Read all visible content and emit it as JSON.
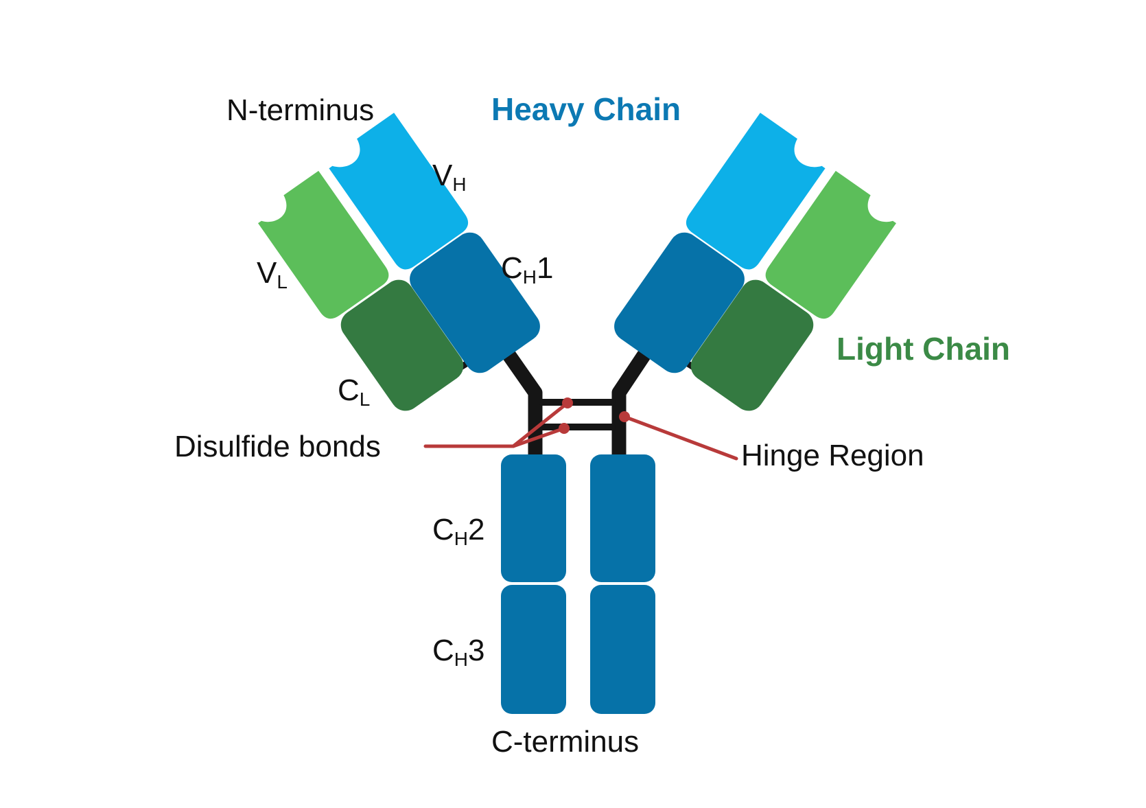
{
  "colors": {
    "background": "#ffffff",
    "heavy_variable": "#0db0e8",
    "heavy_constant": "#0672a8",
    "light_variable": "#5cbe5a",
    "light_constant": "#347a41",
    "linker": "#151515",
    "callout": "#b83a3a",
    "heavy_title": "#0c79b3",
    "light_title": "#3b8a46"
  },
  "titles": {
    "heavy_chain": "Heavy Chain",
    "light_chain": "Light Chain"
  },
  "labels": {
    "n_terminus": "N-terminus",
    "c_terminus": "C-terminus",
    "disulfide_bonds": "Disulfide bonds",
    "hinge_region": "Hinge Region",
    "vh": {
      "main": "V",
      "sub": "H",
      "suffix": ""
    },
    "vl": {
      "main": "V",
      "sub": "L",
      "suffix": ""
    },
    "ch1": {
      "main": "C",
      "sub": "H",
      "suffix": "1"
    },
    "cl": {
      "main": "C",
      "sub": "L",
      "suffix": ""
    },
    "ch2": {
      "main": "C",
      "sub": "H",
      "suffix": "2"
    },
    "ch3": {
      "main": "C",
      "sub": "H",
      "suffix": "3"
    }
  }
}
